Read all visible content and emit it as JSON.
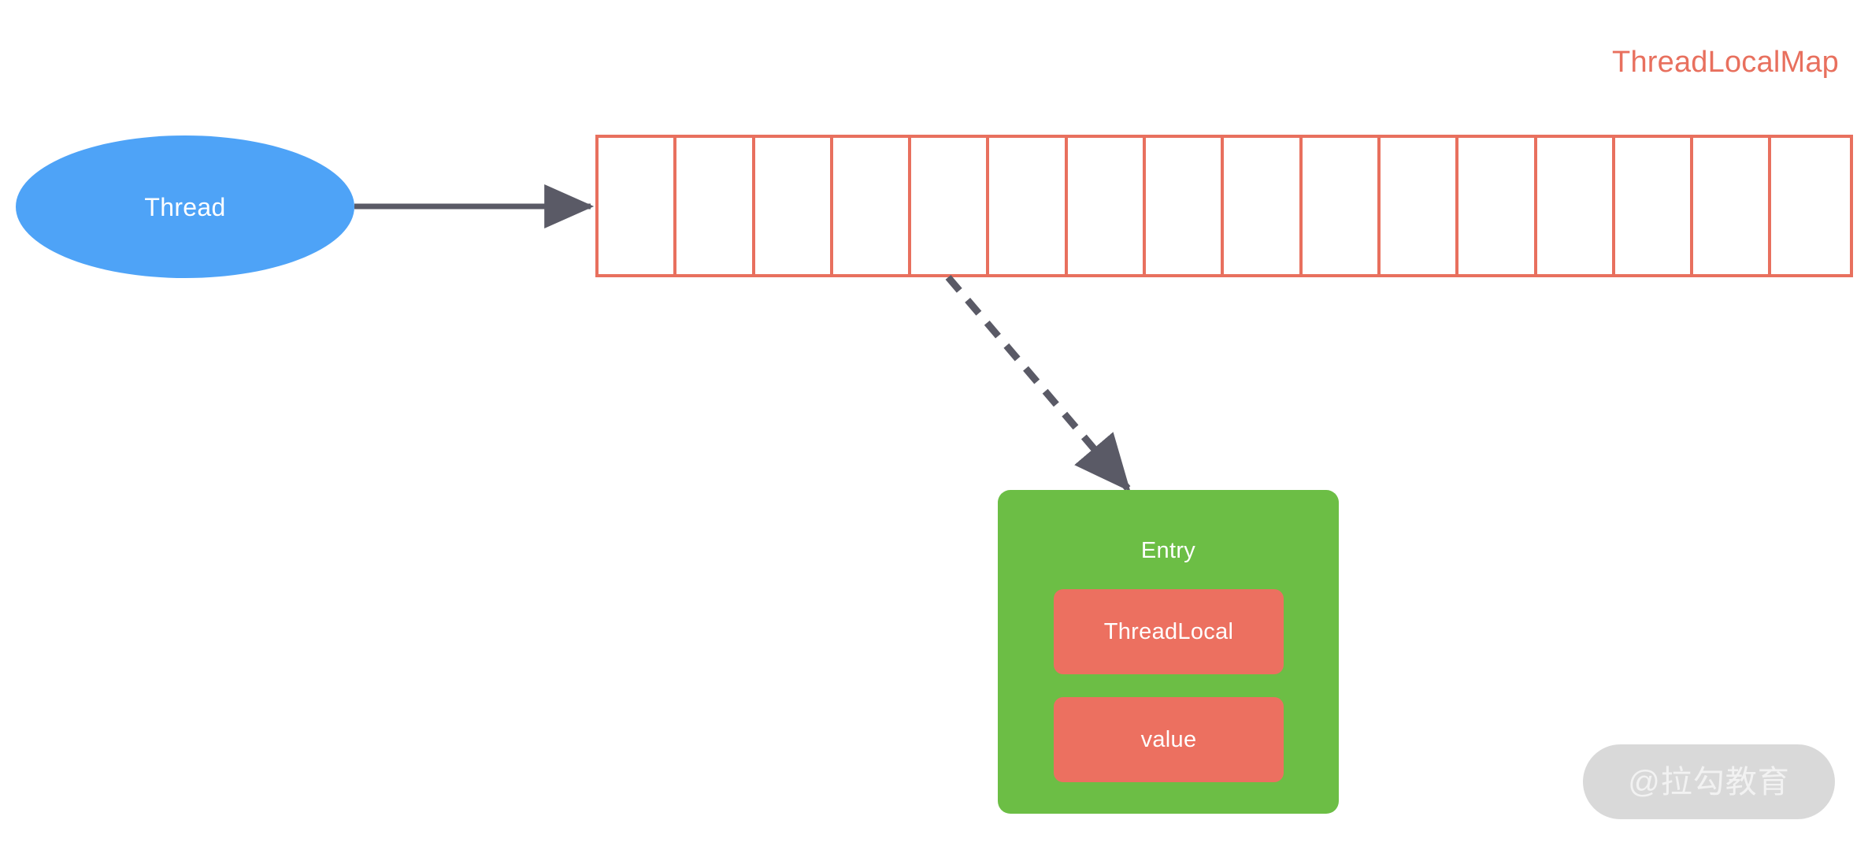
{
  "diagram": {
    "title": "ThreadLocalMap",
    "background_color": "#ffffff"
  },
  "colors": {
    "accent_salmon": "#e8705e",
    "entry_red": "#ec7060",
    "thread_blue": "#4ea3f7",
    "entry_green": "#6cbe45",
    "connector_gray": "#5a5a66",
    "watermark_bg": "#d9d9d9",
    "watermark_text": "#f2f2f2"
  },
  "thread_node": {
    "label": "Thread",
    "shape": "ellipse",
    "fill": "#4ea3f7",
    "text_color": "#ffffff"
  },
  "hash_table": {
    "name": "ThreadLocalMap",
    "slot_count": 16,
    "slots": [
      {
        "index": 0,
        "value": ""
      },
      {
        "index": 1,
        "value": ""
      },
      {
        "index": 2,
        "value": ""
      },
      {
        "index": 3,
        "value": ""
      },
      {
        "index": 4,
        "value": ""
      },
      {
        "index": 5,
        "value": ""
      },
      {
        "index": 6,
        "value": ""
      },
      {
        "index": 7,
        "value": ""
      },
      {
        "index": 8,
        "value": ""
      },
      {
        "index": 9,
        "value": ""
      },
      {
        "index": 10,
        "value": ""
      },
      {
        "index": 11,
        "value": ""
      },
      {
        "index": 12,
        "value": ""
      },
      {
        "index": 13,
        "value": ""
      },
      {
        "index": 14,
        "value": ""
      },
      {
        "index": 15,
        "value": ""
      }
    ],
    "border_color": "#e8705e"
  },
  "connectors": [
    {
      "id": "thread-to-map",
      "style": "solid",
      "from": "Thread",
      "to": "ThreadLocalMap",
      "color": "#5a5a66"
    },
    {
      "id": "slot-to-entry",
      "style": "dashed",
      "from": "ThreadLocalMap slot",
      "to": "Entry",
      "color": "#5a5a66"
    }
  ],
  "entry_node": {
    "title": "Entry",
    "fill": "#6cbe45",
    "text_color": "#ffffff",
    "fields": [
      {
        "id": "threadlocal",
        "label": "ThreadLocal",
        "fill": "#ec7060"
      },
      {
        "id": "value",
        "label": "value",
        "fill": "#ec7060"
      }
    ]
  },
  "watermark": {
    "text": "@拉勾教育"
  }
}
